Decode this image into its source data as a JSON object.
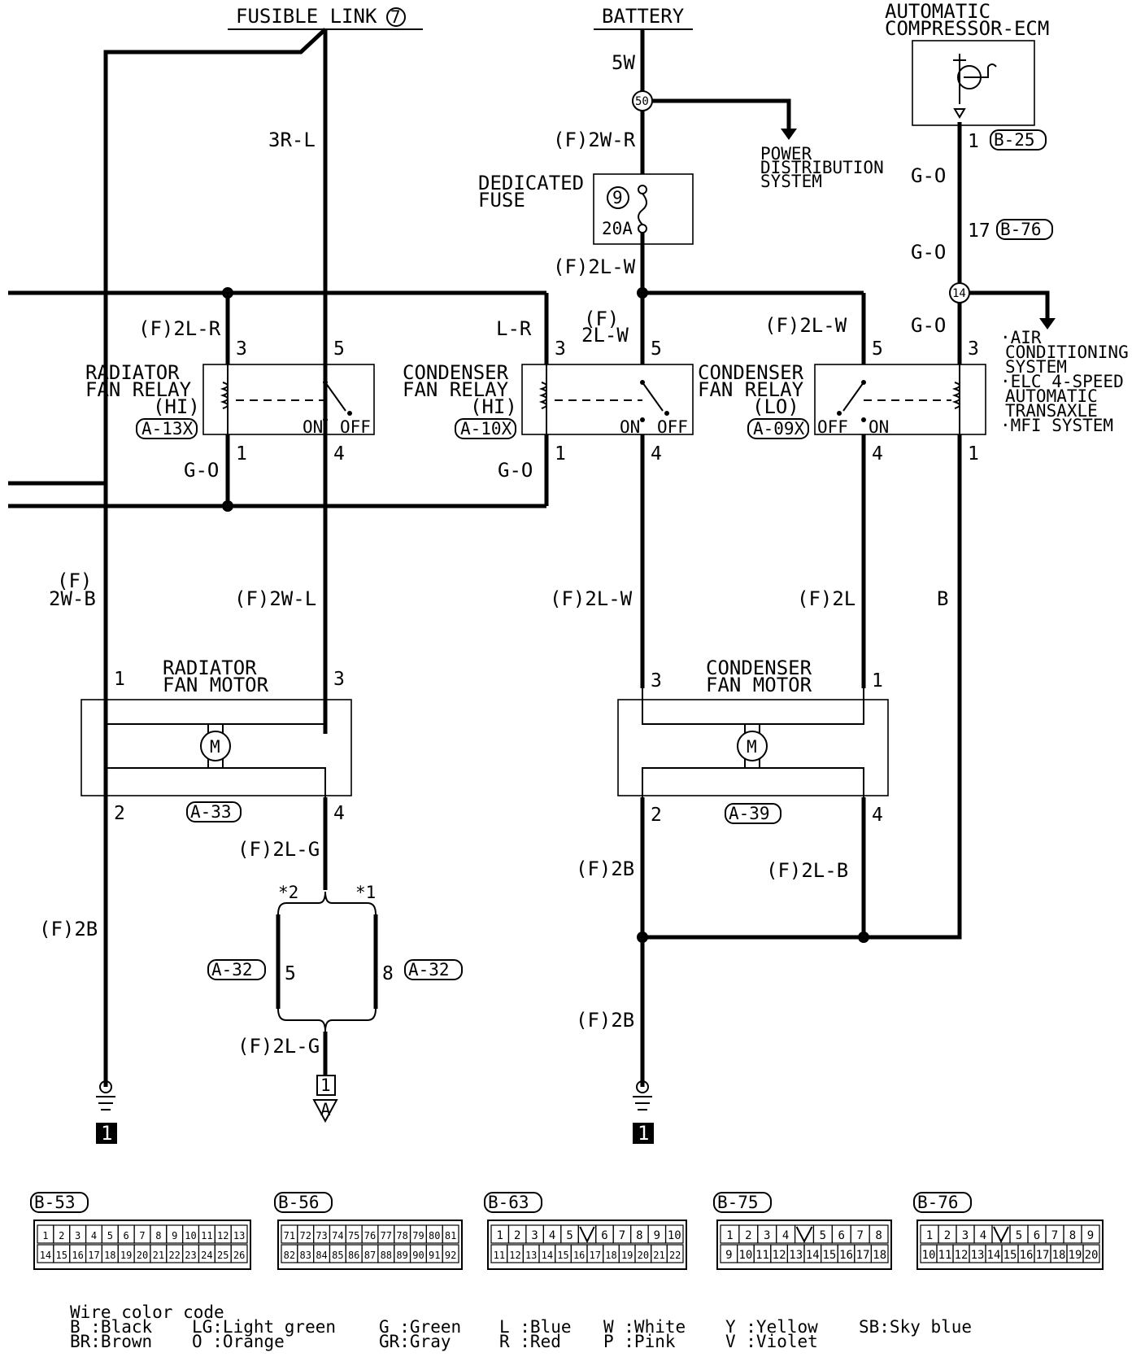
{
  "sources": {
    "fusible_link": "FUSIBLE LINK",
    "fusible_link_no": "7",
    "battery": "BATTERY",
    "ecm_line1": "AUTOMATIC",
    "ecm_line2": "COMPRESSOR-ECM"
  },
  "wires": {
    "w_5w": "5W",
    "w_3rl": "3R-L",
    "w_f2wr": "(F)2W-R",
    "w_f2lw_top": "(F)2L-W",
    "w_go1": "G-O",
    "w_go2": "G-O",
    "w_go3": "G-O",
    "w_f2lr": "(F)2L-R",
    "w_lr": "L-R",
    "w_f_small": "(F)",
    "w_2lw": "2L-W",
    "w_f2lw_right": "(F)2L-W",
    "w_go_left1": "G-O",
    "w_go_left2": "G-O",
    "w_f_a": "(F)",
    "w_2wb": "2W-B",
    "w_f2wl": "(F)2W-L",
    "w_f2lw_mid": "(F)2L-W",
    "w_f2l": "(F)2L",
    "w_b": "B",
    "w_f2lg_a": "(F)2L-G",
    "w_f2lg_b": "(F)2L-G",
    "w_f2b_left": "(F)2B",
    "w_f2b_mid": "(F)2B",
    "w_f2lb": "(F)2L-B",
    "w_f2b_low": "(F)2B"
  },
  "splices": {
    "s50": "50",
    "s14": "14",
    "fuse_no": "9",
    "fuse_rating": "20A"
  },
  "labels": {
    "power_dist_1": "POWER",
    "power_dist_2": "DISTRIBUTION",
    "power_dist_3": "SYSTEM",
    "ded_fuse_1": "DEDICATED",
    "ded_fuse_2": "FUSE",
    "ac_1": "·AIR",
    "ac_2": "CONDITIONING",
    "ac_3": "SYSTEM",
    "elc_1": "·ELC 4-SPEED",
    "elc_2": "AUTOMATIC",
    "elc_3": "TRANSAXLE",
    "mfi": "·MFI SYSTEM"
  },
  "relays": {
    "rad_hi": {
      "l1": "RADIATOR",
      "l2": "FAN RELAY",
      "l3": "(HI)",
      "conn": "A-13X"
    },
    "cond_hi": {
      "l1": "CONDENSER",
      "l2": "FAN RELAY",
      "l3": "(HI)",
      "conn": "A-10X"
    },
    "cond_lo": {
      "l1": "CONDENSER",
      "l2": "FAN RELAY",
      "l3": "(LO)",
      "conn": "A-09X"
    },
    "on": "ON",
    "off": "OFF"
  },
  "motors": {
    "rad": {
      "l1": "RADIATOR",
      "l2": "FAN MOTOR",
      "conn": "A-33"
    },
    "cond": {
      "l1": "CONDENSER",
      "l2": "FAN MOTOR",
      "conn": "A-39"
    },
    "m": "M"
  },
  "connectors": {
    "b25": "B-25",
    "b76": "B-76",
    "a32_left": "A-32",
    "a32_right": "A-32",
    "star2": "*2",
    "star1": "*1",
    "ground_tag": "1",
    "a_box": "1",
    "a_tri": "A"
  },
  "pins": {
    "ecm_1": "1",
    "b76_17": "17",
    "sp14_3": "3",
    "rad_r_3": "3",
    "rad_r_5": "5",
    "rad_r_1": "1",
    "rad_r_4": "4",
    "cond_hi_3": "3",
    "cond_hi_5": "5",
    "cond_hi_1": "1",
    "cond_hi_4": "4",
    "cond_lo_5": "5",
    "cond_lo_4": "4",
    "cond_lo_1": "1",
    "radm_1": "1",
    "radm_3": "3",
    "radm_2": "2",
    "radm_4": "4",
    "condm_3": "3",
    "condm_1": "1",
    "condm_2": "2",
    "condm_4": "4",
    "a32_5": "5",
    "a32_8": "8"
  },
  "connector_views": [
    {
      "name": "B-53",
      "row1": [
        "1",
        "2",
        "3",
        "4",
        "5",
        "6",
        "7",
        "8",
        "9",
        "10",
        "11",
        "12",
        "13"
      ],
      "row2": [
        "14",
        "15",
        "16",
        "17",
        "18",
        "19",
        "20",
        "21",
        "22",
        "23",
        "24",
        "25",
        "26"
      ]
    },
    {
      "name": "B-56",
      "row1": [
        "71",
        "72",
        "73",
        "74",
        "75",
        "76",
        "77",
        "78",
        "79",
        "80",
        "81"
      ],
      "row2": [
        "82",
        "83",
        "84",
        "85",
        "86",
        "87",
        "88",
        "89",
        "90",
        "91",
        "92"
      ]
    },
    {
      "name": "B-63",
      "row1": [
        "1",
        "2",
        "3",
        "4",
        "5",
        "",
        "6",
        "7",
        "8",
        "9",
        "10"
      ],
      "row2": [
        "11",
        "12",
        "13",
        "14",
        "15",
        "16",
        "17",
        "18",
        "19",
        "20",
        "21",
        "22"
      ]
    },
    {
      "name": "B-75",
      "row1": [
        "1",
        "2",
        "3",
        "4",
        "",
        "5",
        "6",
        "7",
        "8"
      ],
      "row2": [
        "9",
        "10",
        "11",
        "12",
        "13",
        "14",
        "15",
        "16",
        "17",
        "18"
      ]
    },
    {
      "name": "B-76",
      "row1": [
        "1",
        "2",
        "3",
        "4",
        "",
        "5",
        "6",
        "7",
        "8",
        "9"
      ],
      "row2": [
        "10",
        "11",
        "12",
        "13",
        "14",
        "15",
        "16",
        "17",
        "18",
        "19",
        "20"
      ]
    }
  ],
  "legend": {
    "title": "Wire color code",
    "r1": [
      "B :Black",
      "LG:Light green",
      "G :Green",
      "L :Blue",
      "W :White",
      "Y :Yellow",
      "SB:Sky blue"
    ],
    "r2": [
      "BR:Brown",
      "O :Orange",
      "GR:Gray",
      "R :Red",
      "P :Pink",
      "V :Violet"
    ]
  }
}
